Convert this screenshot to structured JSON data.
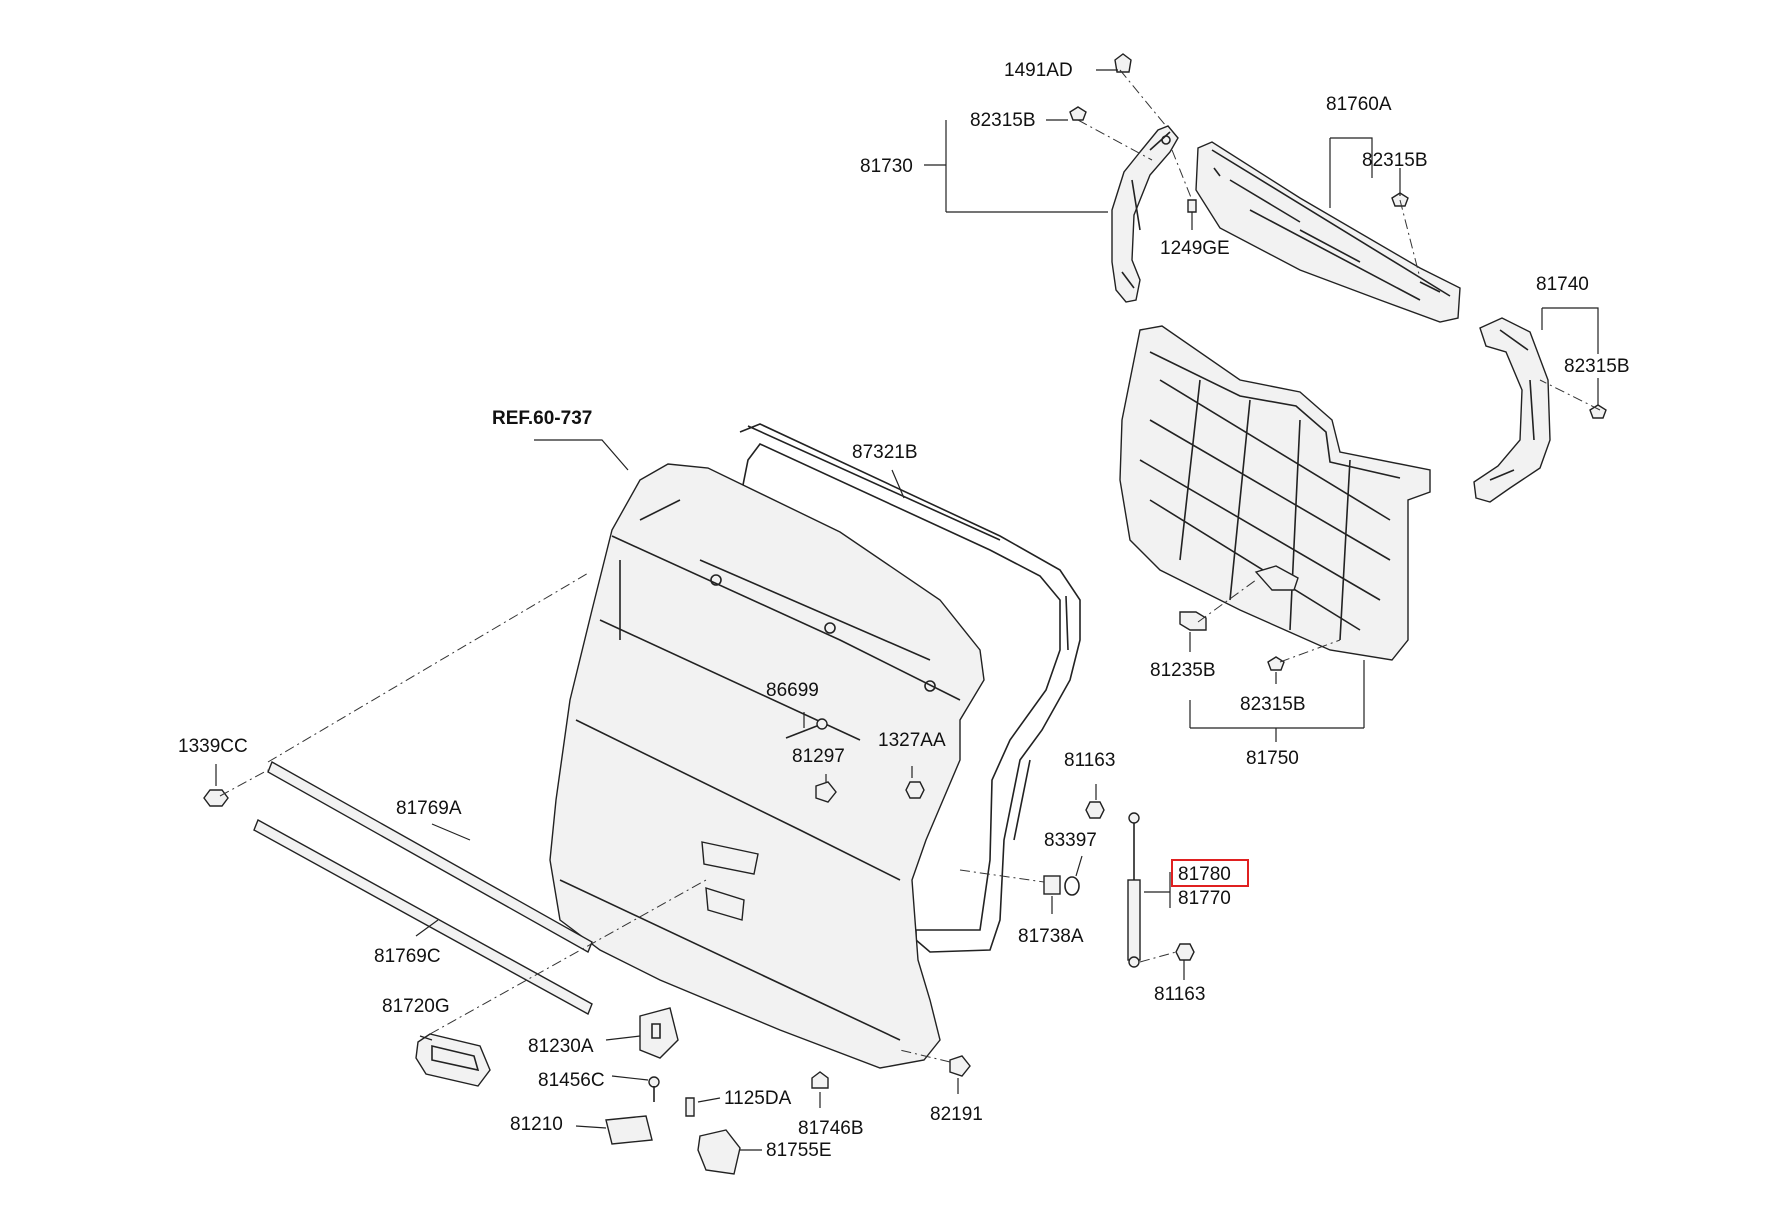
{
  "labels": {
    "l1491AD": "1491AD",
    "l82315B_a": "82315B",
    "l81730": "81730",
    "l1249GE": "1249GE",
    "l81760A": "81760A",
    "l82315B_b": "82315B",
    "l81740": "81740",
    "l82315B_c": "82315B",
    "l81235B": "81235B",
    "l82315B_d": "82315B",
    "l81750": "81750",
    "ref": "REF.60-737",
    "l87321B": "87321B",
    "l86699": "86699",
    "l81297": "81297",
    "l1327AA": "1327AA",
    "l1339CC": "1339CC",
    "l81769A": "81769A",
    "l81769C": "81769C",
    "l81163_a": "81163",
    "l83397": "83397",
    "l81780": "81780",
    "l81770": "81770",
    "l81738A": "81738A",
    "l81163_b": "81163",
    "l81720G": "81720G",
    "l81230A": "81230A",
    "l81456C": "81456C",
    "l1125DA": "1125DA",
    "l81210": "81210",
    "l81746B": "81746B",
    "l81755E": "81755E",
    "l82191": "82191"
  },
  "highlighted_part": "81780",
  "colors": {
    "line": "#222222",
    "highlight": "#e02020",
    "background": "#ffffff"
  }
}
